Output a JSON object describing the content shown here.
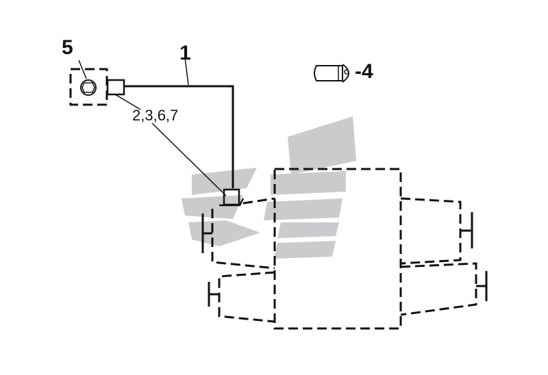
{
  "labels": {
    "part_1": "1",
    "part_5": "5",
    "parts_2_3_6_7": "2,3,6,7",
    "part_4": "-4"
  }
}
